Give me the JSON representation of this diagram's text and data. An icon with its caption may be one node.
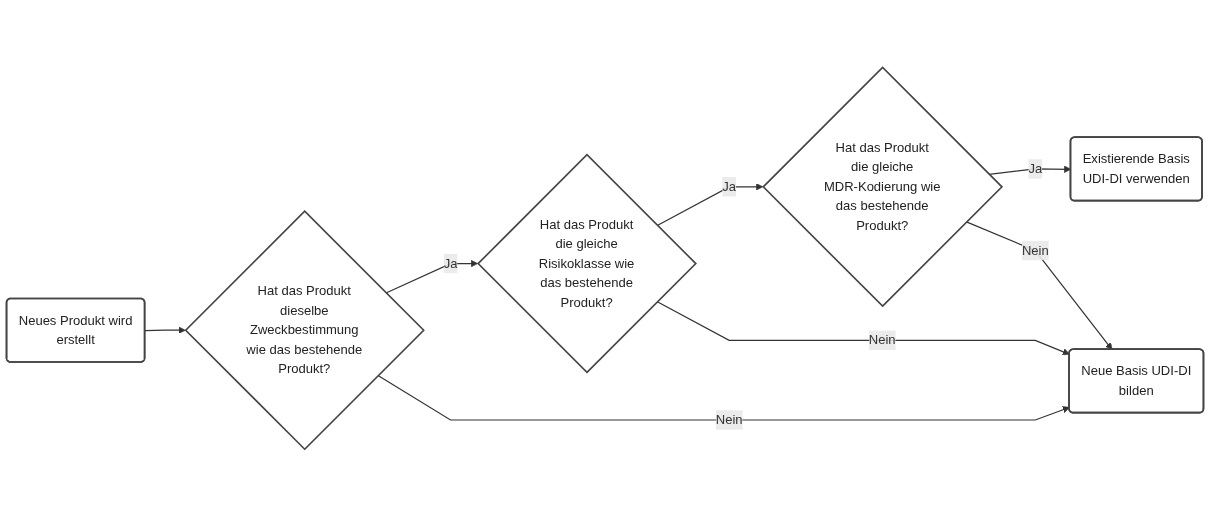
{
  "diagram": {
    "nodes": [
      {
        "text": [
          "Neues Produkt wird erstellt"
        ]
      },
      {
        "text": [
          "Hat das Produkt dieselbe Zweckbestimmung wie das bestehende Produkt?"
        ]
      },
      {
        "text": [
          "Hat das Produkt die gleiche Risikoklasse wie das bestehende Produkt?"
        ]
      },
      {
        "text": [
          "Hat das Produkt die gleiche MDR-Kodierung wie das bestehende Produkt?"
        ]
      },
      {
        "text": [
          "Existierende Basis UDI-DI verwenden"
        ]
      },
      {
        "text": [
          "Neue Basis UDI-DI bilden"
        ]
      }
    ],
    "edges": [
      {
        "from": 0,
        "to": 1,
        "arrow": "to"
      },
      {
        "from": 1,
        "to": 2,
        "arrow": "to",
        "label": "Ja"
      },
      {
        "from": 2,
        "to": 3,
        "arrow": "to",
        "label": "Ja"
      },
      {
        "from": 3,
        "to": 4,
        "arrow": "to",
        "label": "Ja"
      },
      {
        "from": 1,
        "to": 5,
        "arrow": "to",
        "label": "Nein"
      },
      {
        "from": 2,
        "to": 5,
        "arrow": "to",
        "label": "Nein"
      },
      {
        "from": 3,
        "to": 5,
        "arrow": "to",
        "label": "Nein"
      }
    ]
  }
}
